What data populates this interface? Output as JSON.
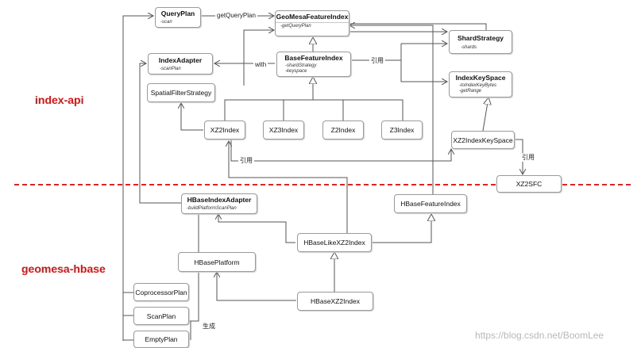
{
  "sections": {
    "index_api": "index-api",
    "geomesa_hbase": "geomesa-hbase"
  },
  "nodes": {
    "query_plan": {
      "title": "QueryPlan",
      "members": [
        "-scan"
      ]
    },
    "geomesa_feature_index": {
      "title": "GeoMesaFeatureIndex",
      "members": [
        "-getQueryPlan"
      ]
    },
    "shard_strategy": {
      "title": "ShardStrategy",
      "members": [
        "-shards"
      ]
    },
    "index_adapter": {
      "title": "IndexAdapter",
      "members": [
        "-scanPlan"
      ]
    },
    "base_feature_index": {
      "title": "BaseFeatureIndex",
      "members": [
        "-shardStrategy",
        "-keyspace"
      ]
    },
    "index_key_space": {
      "title": "IndexKeySpace",
      "members": [
        "-toIndexKeyBytes",
        "-getRange"
      ]
    },
    "spatial_filter_strategy": {
      "title": "SpatialFilterStrategy"
    },
    "xz2_index": {
      "title": "XZ2Index"
    },
    "xz3_index": {
      "title": "XZ3Index"
    },
    "z2_index": {
      "title": "Z2Index"
    },
    "z3_index": {
      "title": "Z3Index"
    },
    "xz2_index_key_space": {
      "title": "XZ2IndexKeySpace"
    },
    "xz2_sfc": {
      "title": "XZ2SFC"
    },
    "hbase_index_adapter": {
      "title": "HBaseIndexAdapter",
      "members": [
        "-buildPlatformScanPlan"
      ]
    },
    "hbase_feature_index": {
      "title": "HBaseFeatureIndex"
    },
    "hbase_like_xz2_index": {
      "title": "HBaseLikeXZ2Index"
    },
    "hbase_platform": {
      "title": "HBasePlatform"
    },
    "coprocessor_plan": {
      "title": "CoprocessorPlan"
    },
    "scan_plan": {
      "title": "ScanPlan"
    },
    "empty_plan": {
      "title": "EmptyPlan"
    },
    "hbase_xz2_index": {
      "title": "HBaseXZ2Index"
    }
  },
  "edge_labels": {
    "get_query_plan": "getQueryPlan",
    "with": "with",
    "ref_shard": "引用",
    "ref_xz2": "引用",
    "ref_sfc": "引用",
    "generate": "生成"
  },
  "watermark": "https://blog.csdn.net/BoomLee",
  "colors": {
    "section_label": "#e01010",
    "divider": "#e82020",
    "box_border": "#9a9a9a",
    "line": "#555555"
  }
}
